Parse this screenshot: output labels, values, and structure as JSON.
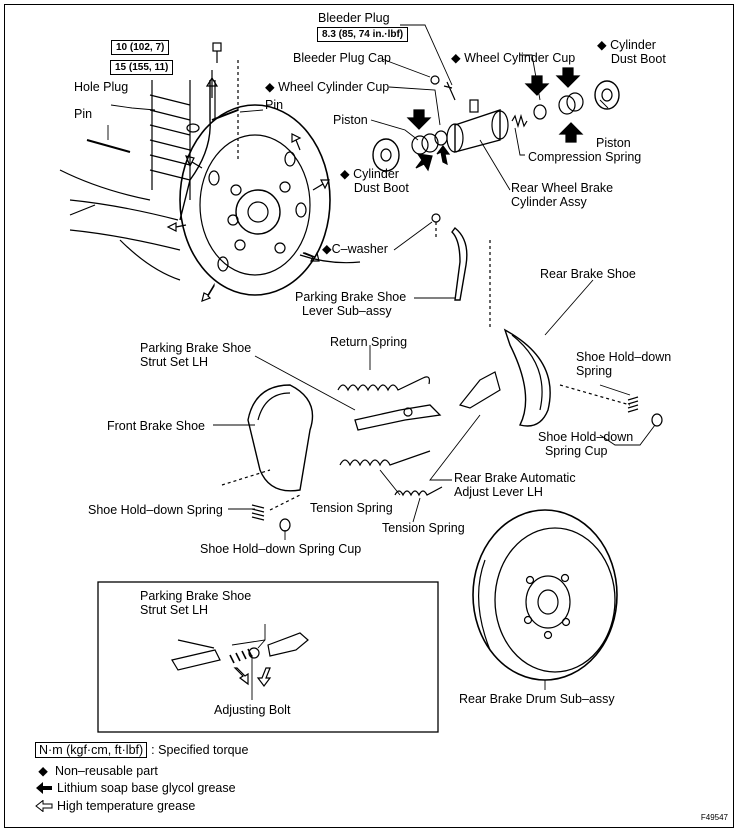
{
  "torques": {
    "t1": "8.3 (85, 74 in.·lbf)",
    "t2": "10 (102, 7)",
    "t3": "15 (155, 11)"
  },
  "labels": {
    "bleeder_plug": "Bleeder Plug",
    "bleeder_plug_cap": "Bleeder Plug Cap",
    "wheel_cyl_cup_left": "Wheel Cylinder Cup",
    "wheel_cyl_cup_right": "Wheel Cylinder Cup",
    "cyl_dust_boot_right_1": "Cylinder",
    "cyl_dust_boot_right_2": "Dust Boot",
    "hole_plug": "Hole Plug",
    "pin_left": "Pin",
    "pin_right": "Pin",
    "piston_left": "Piston",
    "piston_right": "Piston",
    "piston_comp_spring": "Compression Spring",
    "cyl_dust_boot_left_1": "Cylinder",
    "cyl_dust_boot_left_2": "Dust Boot",
    "rear_wheel_brake_cyl_1": "Rear Wheel Brake",
    "rear_wheel_brake_cyl_2": "Cylinder Assy",
    "c_washer": "C–washer",
    "pb_shoe_lever_1": "Parking Brake Shoe",
    "pb_shoe_lever_2": "Lever Sub–assy",
    "rear_brake_shoe": "Rear Brake Shoe",
    "pb_strut_1": "Parking Brake Shoe",
    "pb_strut_2": "Strut Set LH",
    "return_spring": "Return Spring",
    "shoe_holddown_spring_right_1": "Shoe Hold–down",
    "shoe_holddown_spring_right_2": "Spring",
    "front_brake_shoe": "Front Brake Shoe",
    "shoe_holddown_cup_right_1": "Shoe Hold–down",
    "shoe_holddown_cup_right_2": "Spring Cup",
    "rear_auto_adjust_1": "Rear Brake Automatic",
    "rear_auto_adjust_2": "Adjust Lever LH",
    "tension_spring_1": "Tension Spring",
    "tension_spring_2": "Tension Spring",
    "shoe_holddown_spring_left": "Shoe Hold–down Spring",
    "shoe_holddown_cup_left": "Shoe Hold–down Spring Cup",
    "inset_strut_1": "Parking Brake Shoe",
    "inset_strut_2": "Strut Set LH",
    "adjusting_bolt": "Adjusting Bolt",
    "rear_brake_drum": "Rear Brake Drum Sub–assy"
  },
  "legend": {
    "torque_unit": "N·m (kgf·cm, ft·lbf)",
    "torque_desc": ": Specified torque",
    "nonreusable": "Non–reusable part",
    "lithium": "Lithium soap base glycol grease",
    "high_temp": "High temperature grease"
  },
  "figure_id": "F49547",
  "icons": {
    "nonreusable_mark": "diamond",
    "lithium_mark": "solid-arrow",
    "high_temp_mark": "outline-arrow"
  }
}
